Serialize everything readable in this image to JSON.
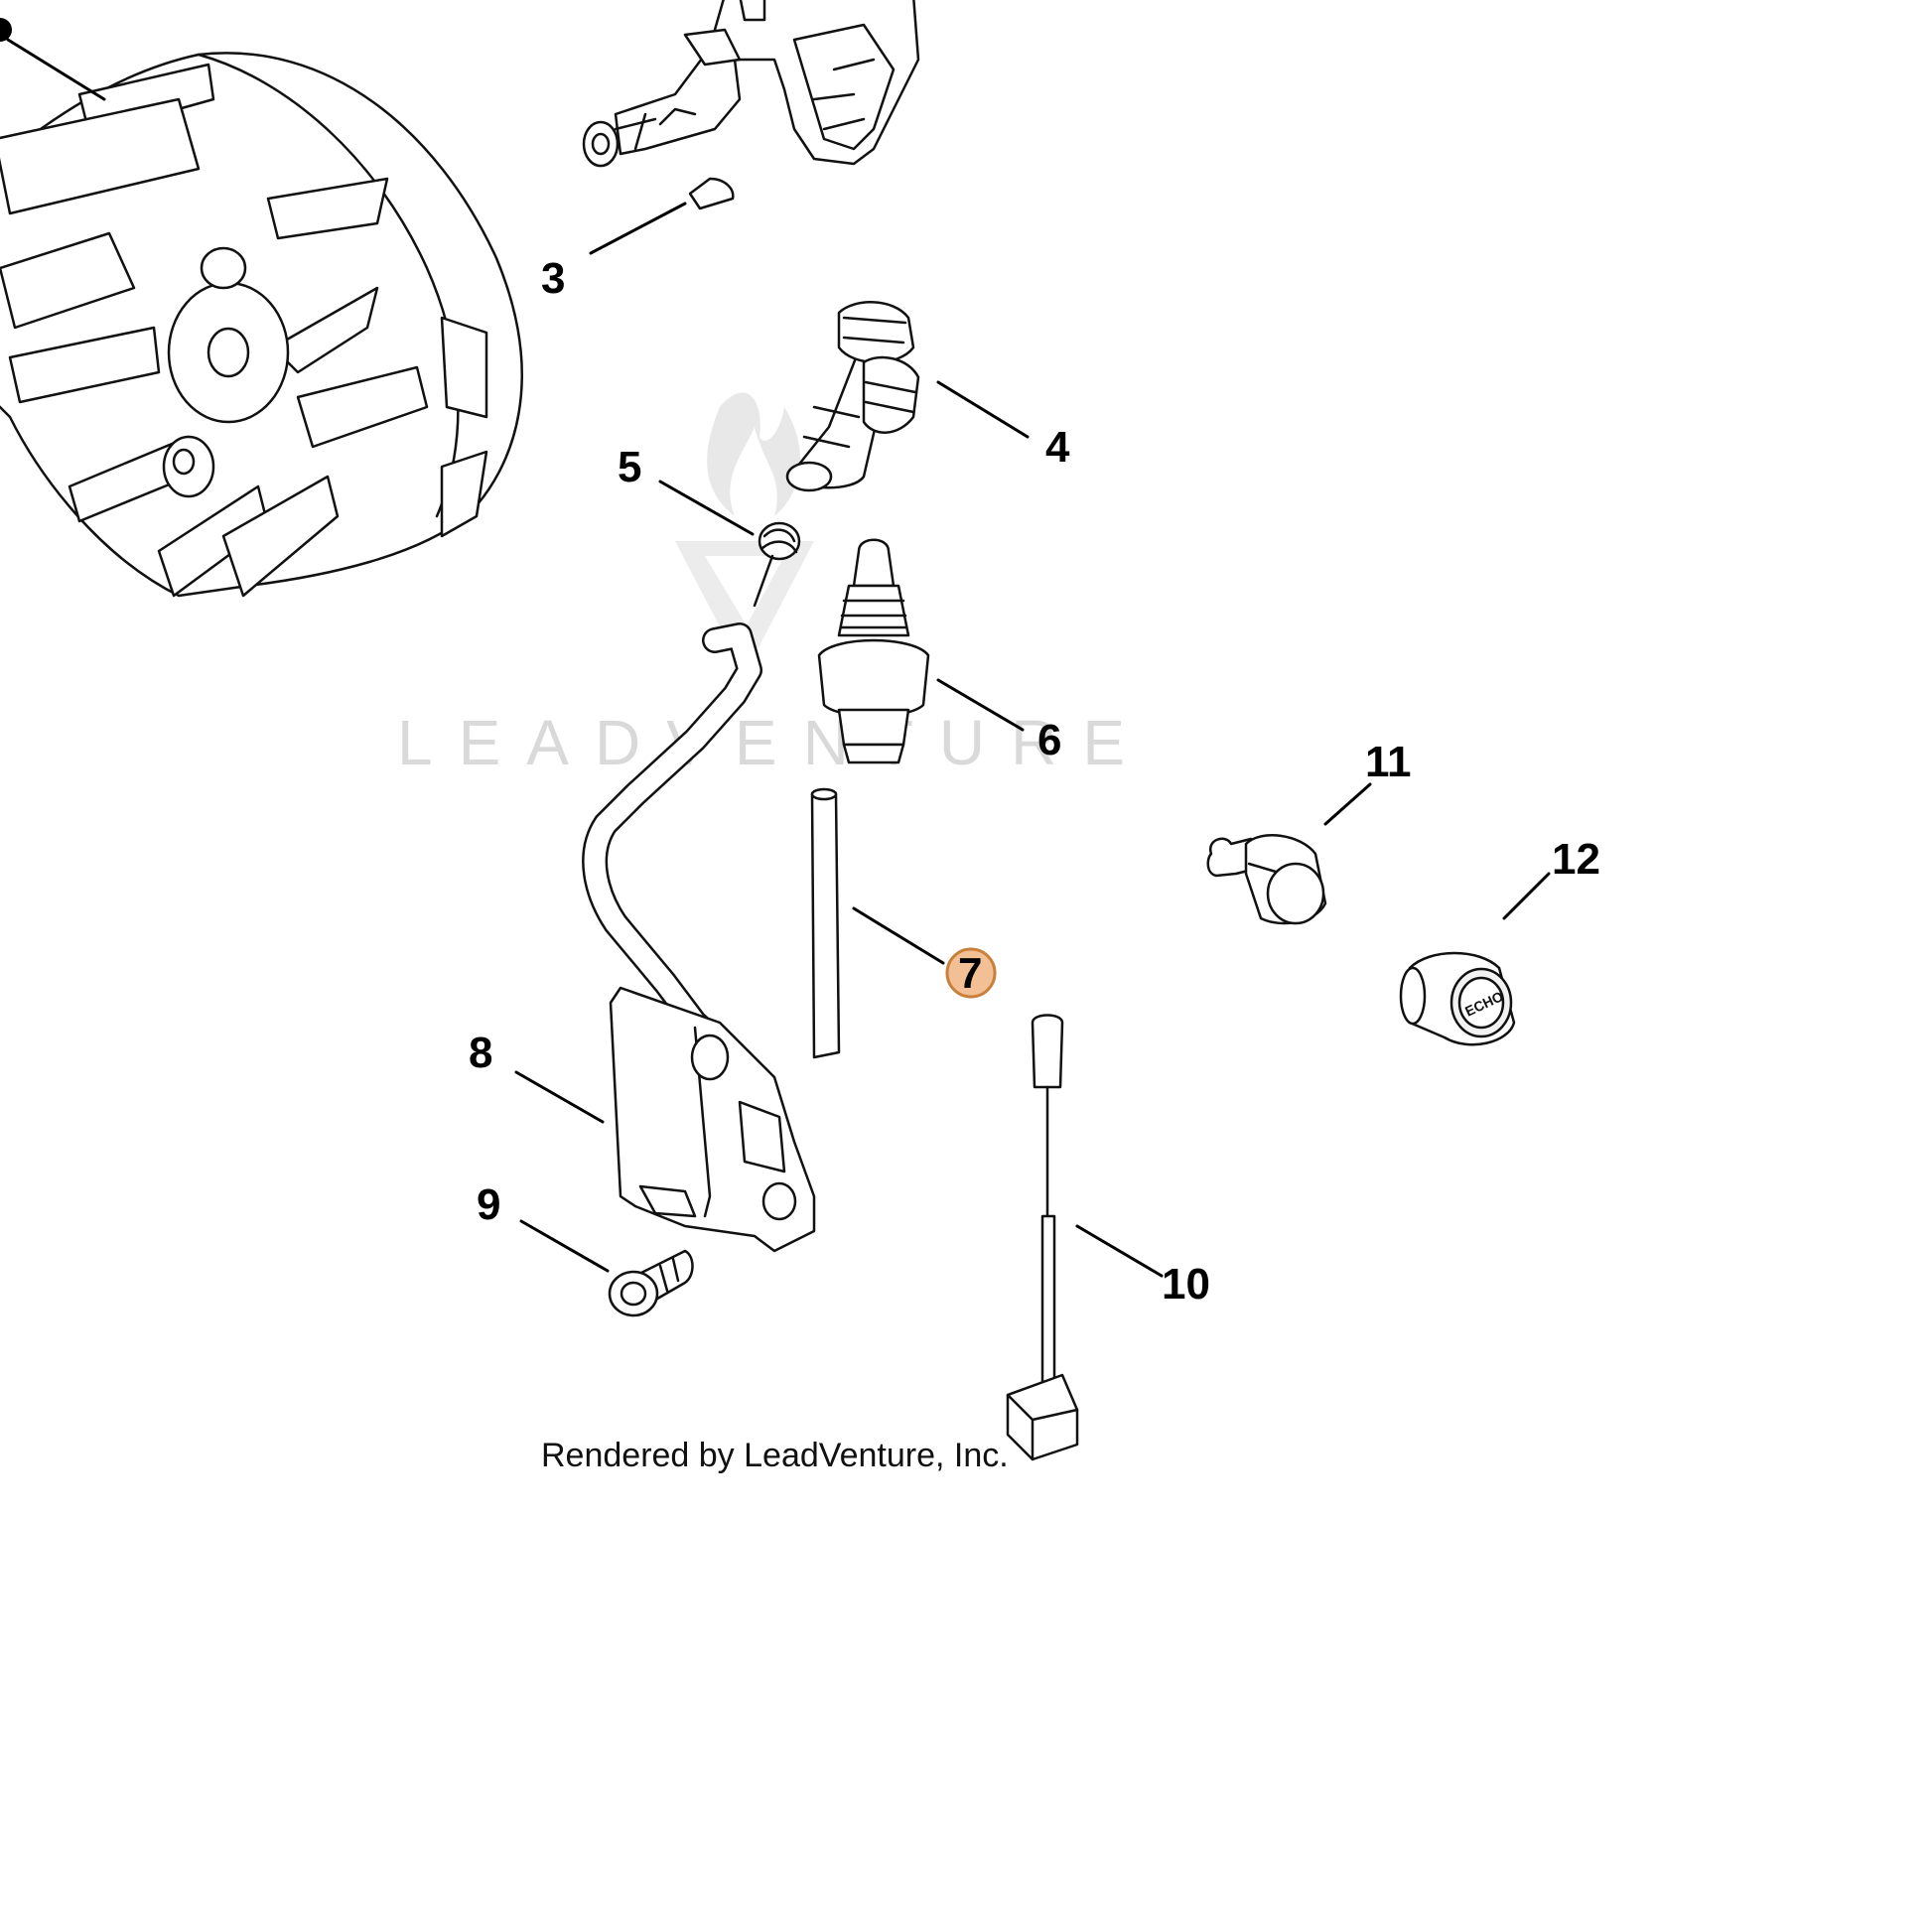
{
  "watermark": "LEADVENTURE",
  "credit": "Rendered by LeadVenture, Inc.",
  "callouts": [
    {
      "id": "3",
      "label": "3"
    },
    {
      "id": "4",
      "label": "4"
    },
    {
      "id": "5",
      "label": "5"
    },
    {
      "id": "6",
      "label": "6"
    },
    {
      "id": "7",
      "label": "7",
      "highlighted": true
    },
    {
      "id": "8",
      "label": "8"
    },
    {
      "id": "9",
      "label": "9"
    },
    {
      "id": "10",
      "label": "10"
    },
    {
      "id": "11",
      "label": "11"
    },
    {
      "id": "12",
      "label": "12"
    }
  ],
  "colors": {
    "highlight_fill": "#f2c094",
    "highlight_stroke": "#c8803a",
    "watermark": "#d9d9d9"
  },
  "icons": [
    "flame-logo-watermark"
  ]
}
